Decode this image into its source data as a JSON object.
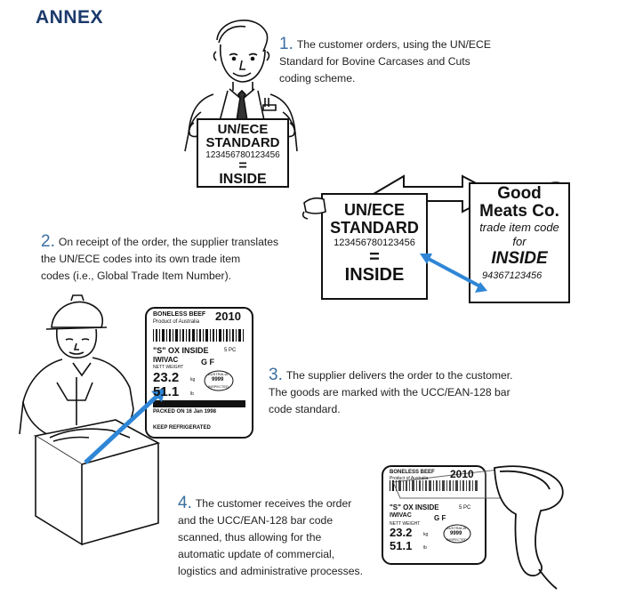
{
  "title": "ANNEX",
  "steps": [
    {
      "number": "1.",
      "text_lines": [
        "The customer orders, using the UN/ECE",
        "Standard for Bovine Carcases and Cuts",
        "coding scheme."
      ]
    },
    {
      "number": "2.",
      "text_lines": [
        "On receipt of the order, the supplier translates",
        "the UN/ECE codes into its own trade item",
        "codes (i.e., Global Trade Item Number)."
      ]
    },
    {
      "number": "3.",
      "text_lines": [
        "The supplier delivers the order to the customer.",
        "The goods are marked with the UCC/EAN-128 bar",
        "code standard."
      ]
    },
    {
      "number": "4.",
      "text_lines": [
        "The customer receives the order",
        "and the UCC/EAN-128 bar code",
        "scanned, thus allowing for the",
        "automatic update of commercial,",
        "logistics and administrative processes."
      ]
    }
  ],
  "sign1": {
    "line1": "UN/ECE",
    "line2": "STANDARD",
    "code": "123456780123456",
    "equals": "=",
    "word": "INSIDE"
  },
  "sign2_left": {
    "line1": "UN/ECE",
    "line2": "STANDARD",
    "code": "123456780123456",
    "equals": "=",
    "word": "INSIDE"
  },
  "sign2_right": {
    "line1": "Good",
    "line2": "Meats Co.",
    "line3": "trade item code",
    "line4": "for",
    "word": "INSIDE",
    "code": "94367123456"
  },
  "label_large": {
    "product": "BONELESS BEEF",
    "year": "2010",
    "origin": "Product of Australia",
    "cut": "\"S\" OX INSIDE",
    "pieces": "5 PC",
    "pack": "IWIVAC",
    "grade": "G F",
    "weight_label": "NETT WEIGHT",
    "kg": "23.2",
    "kg_unit": "kg",
    "lb": "51.1",
    "lb_unit": "lb",
    "stamp_top": "AUSTRALIA",
    "stamp_num": "9999",
    "stamp_bottom": "INSPECTED",
    "packed": "PACKED ON 16 Jan 1998",
    "footer": "KEEP REFRIGERATED"
  },
  "label_small": {
    "product": "BONELESS BEEF",
    "year": "2010",
    "origin": "Product of Australia",
    "cut": "\"S\" OX INSIDE",
    "pieces": "5 PC",
    "pack": "IWIVAC",
    "grade": "G F",
    "weight_label": "NETT WEIGHT",
    "kg": "23.2",
    "kg_unit": "kg",
    "lb": "51.1",
    "lb_unit": "lb",
    "stamp_top": "AUSTRALIA",
    "stamp_num": "9999",
    "stamp_bottom": "INSPECTED"
  },
  "colors": {
    "title": "#1b3a6b",
    "step_number": "#3b6fa0",
    "arrow": "#2f86d6"
  }
}
